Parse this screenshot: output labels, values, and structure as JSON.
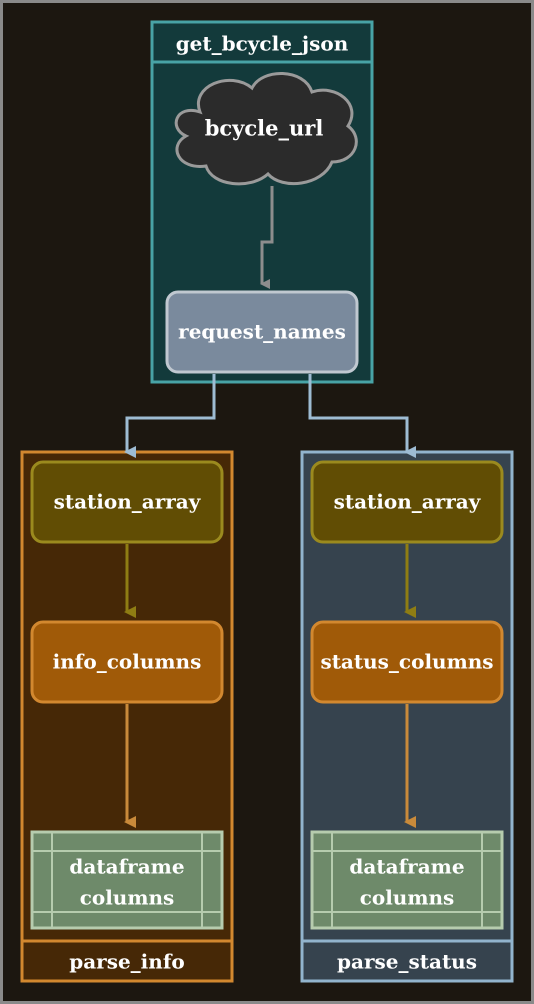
{
  "clusters": {
    "get_bcycle_json": {
      "label": "get_bcycle_json",
      "color": "#48a3a6",
      "fill": "#133a3b"
    },
    "parse_info": {
      "label": "parse_info",
      "color": "#d2882f",
      "fill": "#462806"
    },
    "parse_status": {
      "label": "parse_status",
      "color": "#92b4cd",
      "fill": "#36434e"
    }
  },
  "nodes": {
    "bcycle_url": {
      "label": "bcycle_url",
      "shape": "cloud"
    },
    "request_names": {
      "label": "request_names",
      "shape": "rounded-box"
    },
    "info_station_array": {
      "label": "station_array",
      "shape": "rounded-box"
    },
    "info_columns": {
      "label": "info_columns",
      "shape": "rounded-box"
    },
    "info_dataframe": {
      "label_line1": "dataframe",
      "label_line2": "columns",
      "shape": "table-icon"
    },
    "status_station_array": {
      "label": "station_array",
      "shape": "rounded-box"
    },
    "status_columns": {
      "label": "status_columns",
      "shape": "rounded-box"
    },
    "status_dataframe": {
      "label_line1": "dataframe",
      "label_line2": "columns",
      "shape": "table-icon"
    }
  },
  "edges": [
    {
      "from": "bcycle_url",
      "to": "request_names"
    },
    {
      "from": "request_names",
      "to": "info_station_array"
    },
    {
      "from": "request_names",
      "to": "status_station_array"
    },
    {
      "from": "info_station_array",
      "to": "info_columns"
    },
    {
      "from": "info_columns",
      "to": "info_dataframe"
    },
    {
      "from": "status_station_array",
      "to": "status_columns"
    },
    {
      "from": "status_columns",
      "to": "status_dataframe"
    }
  ],
  "colors": {
    "background": "#1c1710",
    "cloud_fill": "#2b2b2b",
    "cloud_stroke": "#9a9a9a",
    "request_fill": "#7a8a9d",
    "request_stroke": "#c0c8d0",
    "station_fill": "#614d04",
    "station_stroke": "#9b8a1e",
    "columns_fill": "#a05a08",
    "columns_stroke": "#d2882f",
    "table_fill": "#6e8a6a",
    "table_stroke": "#b6ccae"
  }
}
